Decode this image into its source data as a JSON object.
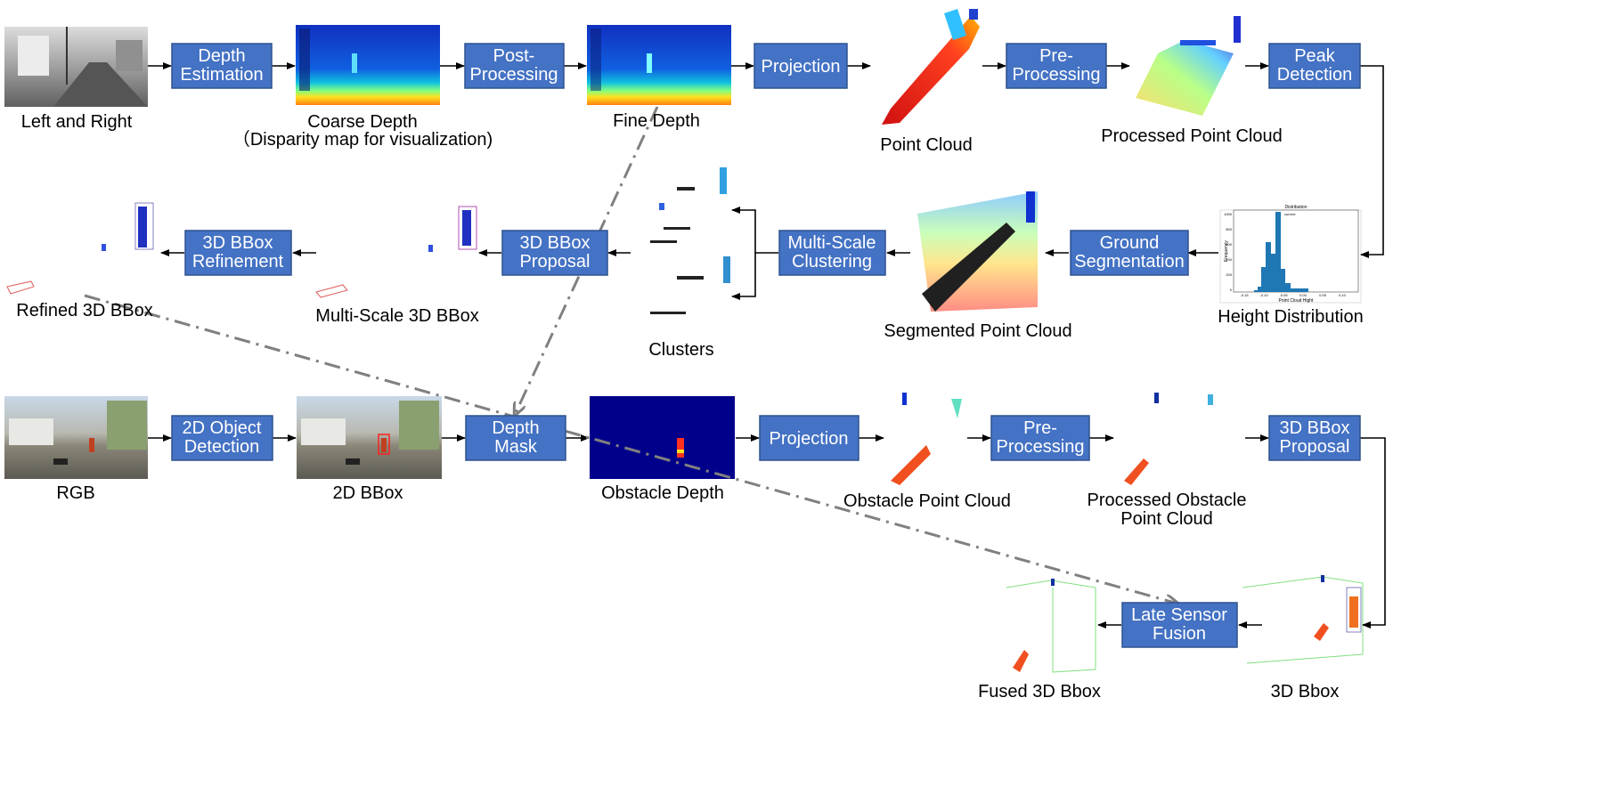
{
  "colors": {
    "process_fill": "#4472c4",
    "process_border": "#2f528f",
    "dash_line": "#808080"
  },
  "process_boxes": {
    "depth_estimation": "Depth\nEstimation",
    "post_processing": "Post-\nProcessing",
    "projection_top": "Projection",
    "pre_processing_top": "Pre-\nProcessing",
    "peak_detection": "Peak\nDetection",
    "ground_segmentation": "Ground\nSegmentation",
    "multi_scale_clustering": "Multi-Scale\nClustering",
    "bbox_proposal_mid": "3D BBox\nProposal",
    "bbox_refinement": "3D BBox\nRefinement",
    "object_detection_2d": "2D Object\nDetection",
    "depth_mask": "Depth\nMask",
    "projection_bottom": "Projection",
    "pre_processing_bottom": "Pre-\nProcessing",
    "bbox_proposal_bottom": "3D BBox\nProposal",
    "late_sensor_fusion": "Late Sensor\nFusion"
  },
  "captions": {
    "left_right": "Left and Right",
    "coarse_depth": "Coarse Depth",
    "coarse_depth_note": "（Disparity map for visualization)",
    "fine_depth": "Fine Depth",
    "point_cloud": "Point Cloud",
    "processed_point_cloud": "Processed Point Cloud",
    "height_distribution": "Height Distribution",
    "segmented_point_cloud": "Segmented Point Cloud",
    "clusters": "Clusters",
    "multi_scale_bbox": "Multi-Scale 3D BBox",
    "refined_bbox": "Refined 3D BBox",
    "rgb": "RGB",
    "bbox_2d": "2D BBox",
    "obstacle_depth": "Obstacle Depth",
    "obstacle_point_cloud": "Obstacle Point Cloud",
    "processed_obstacle_pc_1": "Processed Obstacle",
    "processed_obstacle_pc_2": "Point Cloud",
    "fused_bbox": "Fused 3D Bbox",
    "bbox_3d": "3D Bbox"
  },
  "histogram": {
    "title": "Distribution",
    "xlabel": "Point Cloud Hight",
    "ylabel": "Frequency",
    "marker": "current",
    "y_ticks": [
      "1000",
      "800",
      "600",
      "400",
      "200",
      "0"
    ],
    "x_ticks": [
      "-0.15",
      "-0.10",
      "-0.05",
      "0.00",
      "0.05",
      "0.10"
    ]
  }
}
